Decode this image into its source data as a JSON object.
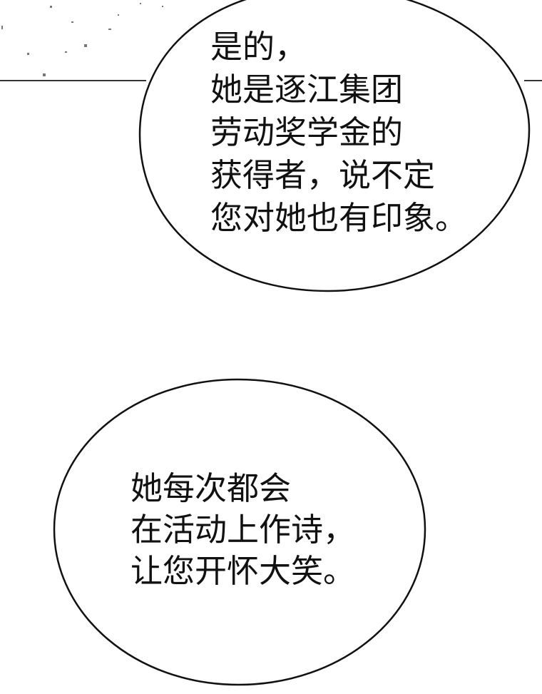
{
  "panel": {
    "bubbles": [
      {
        "lines": [
          "是的，",
          "她是逐江集团",
          "劳动奖学金的",
          "获得者，说不定",
          "您对她也有印象。"
        ]
      },
      {
        "lines": [
          "她每次都会",
          "在活动上作诗，",
          "让您开怀大笑。"
        ]
      }
    ]
  }
}
